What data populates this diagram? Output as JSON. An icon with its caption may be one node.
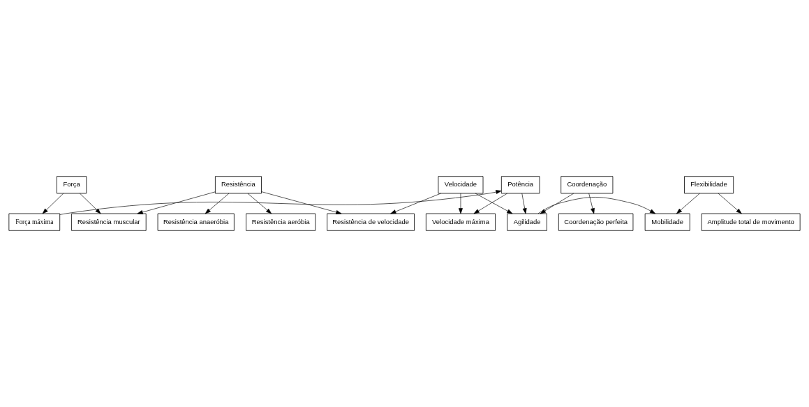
{
  "diagram": {
    "nodes": [
      {
        "text": [
          "Força"
        ]
      },
      {
        "text": [
          "Resistência"
        ]
      },
      {
        "text": [
          "Velocidade"
        ]
      },
      {
        "text": [
          "Coordenação"
        ]
      },
      {
        "text": [
          "Flexibilidade"
        ]
      },
      {
        "text": [
          "Resistência muscular"
        ]
      },
      {
        "text": [
          "Resistência de velocidade"
        ]
      },
      {
        "text": [
          "Agilidade"
        ]
      },
      {
        "text": [
          "Mobilidade"
        ]
      },
      {
        "text": [
          "Potência"
        ]
      },
      {
        "text": [
          "Força máxima"
        ]
      },
      {
        "text": [
          "Resistência anaeróbia"
        ]
      },
      {
        "text": [
          "Resistência aeróbia"
        ]
      },
      {
        "text": [
          "Velocidade máxima"
        ]
      },
      {
        "text": [
          "Coordenação perfeita"
        ]
      },
      {
        "text": [
          "Amplitude total de movimento"
        ]
      }
    ],
    "edges": [
      {
        "from": 0,
        "to": 5,
        "arrow": "to"
      },
      {
        "from": 0,
        "to": 10,
        "arrow": "to"
      },
      {
        "from": 1,
        "to": 5,
        "arrow": "to"
      },
      {
        "from": 1,
        "to": 6,
        "arrow": "to"
      },
      {
        "from": 1,
        "to": 11,
        "arrow": "to"
      },
      {
        "from": 1,
        "to": 12,
        "arrow": "to"
      },
      {
        "from": 2,
        "to": 6,
        "arrow": "to"
      },
      {
        "from": 2,
        "to": 7,
        "arrow": "to"
      },
      {
        "from": 2,
        "to": 13,
        "arrow": "to"
      },
      {
        "from": 3,
        "to": 7,
        "arrow": "to"
      },
      {
        "from": 3,
        "to": 14,
        "arrow": "to"
      },
      {
        "from": 4,
        "to": 8,
        "arrow": "to"
      },
      {
        "from": 4,
        "to": 15,
        "arrow": "to"
      },
      {
        "from": 7,
        "to": 8,
        "arrow": "to"
      },
      {
        "from": 9,
        "to": 7,
        "arrow": "to"
      },
      {
        "from": 9,
        "to": 13,
        "arrow": "to"
      },
      {
        "from": 10,
        "to": 9,
        "arrow": "to"
      }
    ]
  }
}
